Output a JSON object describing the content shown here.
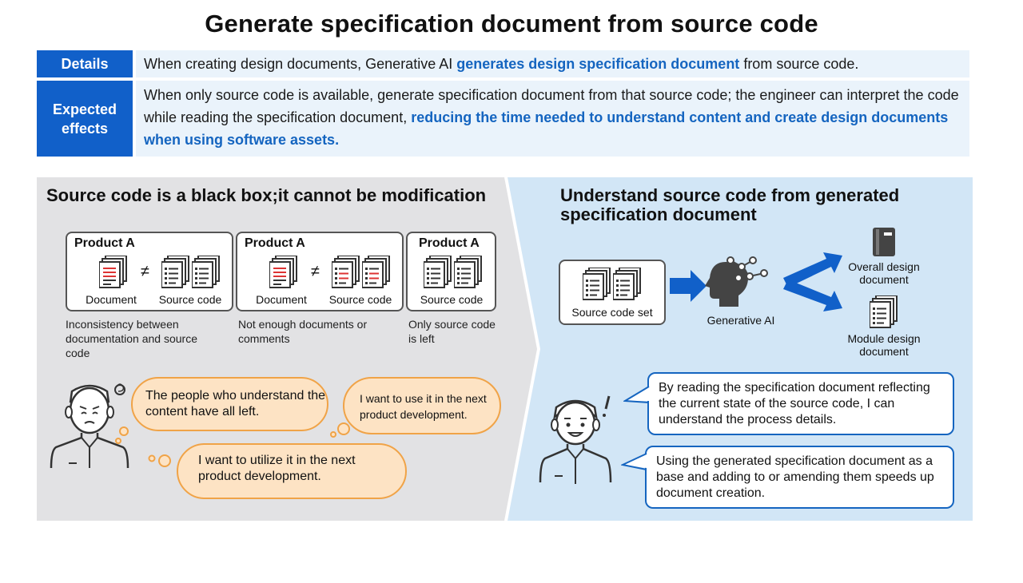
{
  "title": "Generate specification document from source code",
  "details": {
    "label": "Details",
    "text_before": "When creating design documents, Generative AI ",
    "text_highlight": "generates design specification document",
    "text_after": " from source code."
  },
  "effects": {
    "label": "Expected effects",
    "text_before": "When only source code is available, generate specification document from that source code; the engineer can interpret the code while reading the specification document, ",
    "text_highlight": "reducing the time needed to understand content and create design documents when using software assets."
  },
  "left_panel": {
    "title": "Source code is a black box;it cannot be modification",
    "products": [
      {
        "name": "Product A",
        "doc_label": "Document",
        "code_label": "Source code",
        "neq": "≠",
        "note": "Inconsistency between documentation and source code"
      },
      {
        "name": "Product A",
        "doc_label": "Document",
        "code_label": "Source code",
        "neq": "≠",
        "note": "Not enough documents or comments"
      },
      {
        "name": "Product A",
        "code_label": "Source code",
        "note": "Only source code is left"
      }
    ],
    "bubbles": [
      "The people who understand the content have all left.",
      "I want to use it in the next product development.",
      "I want to utilize it in the next product development."
    ]
  },
  "right_panel": {
    "title": "Understand source code from generated specification document",
    "source_set_label": "Source code set",
    "ai_label": "Generative AI",
    "outputs": [
      "Overall design document",
      "Module design document"
    ],
    "speech": [
      "By reading the specification document reflecting the current state of the source code, I can understand the process details.",
      "Using the generated specification document as a base and adding to or amending them speeds up document creation."
    ]
  },
  "colors": {
    "accent": "#1160c9",
    "highlight_text": "#1565c0",
    "row_bg": "#eaf3fb",
    "left_panel_bg": "#e2e2e4",
    "right_panel_bg": "#d2e6f6",
    "bubble_fill": "#fde3c4",
    "bubble_stroke": "#f0a347",
    "arrow": "#1160c9"
  }
}
